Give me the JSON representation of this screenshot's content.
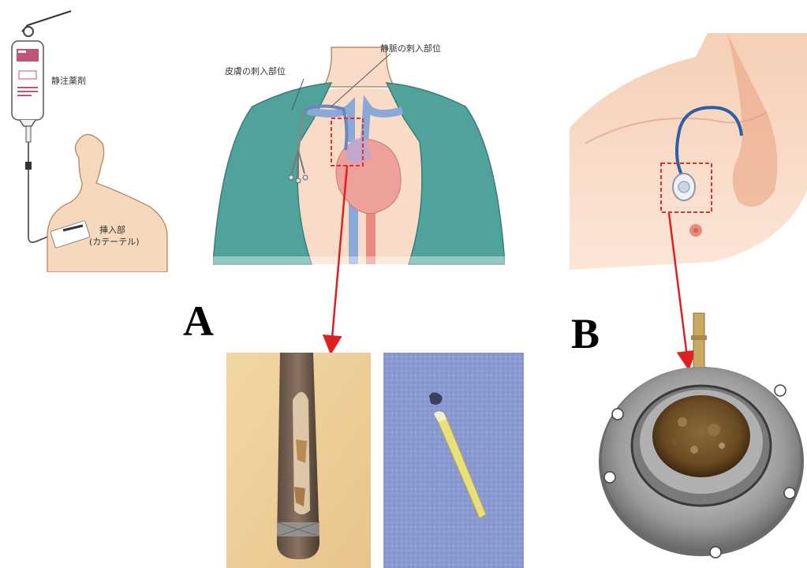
{
  "panel_letters": {
    "a": "A",
    "b": "B"
  },
  "iv_panel": {
    "bag_label": "静注薬剤",
    "insertion_label_line1": "挿入部",
    "insertion_label_line2": "(カテーテル)"
  },
  "chest_panel": {
    "skin_site_label": "皮膚の刺入部位",
    "vein_site_label": "静脈の刺入部位"
  },
  "colors": {
    "coat": "#4fa39b",
    "skin": "#f9dcc7",
    "heart": "#eea09a",
    "vein": "#8aa9d6",
    "highlight_box": "#e03030",
    "arrow": "#e02020"
  }
}
